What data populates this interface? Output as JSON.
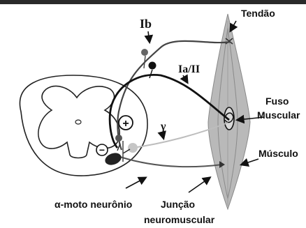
{
  "labels": {
    "tendao": "Tendão",
    "ib": "Ib",
    "ia_ii": "Ia/II",
    "fuso_line1": "Fuso",
    "fuso_line2": "Muscular",
    "gamma": "γ",
    "musculo": "Músculo",
    "alpha_motor": "α-moto neurônio",
    "juncao_line1": "Junção",
    "juncao_line2": "neuromuscular",
    "plus_sign": "+",
    "minus_sign": "−"
  },
  "colors": {
    "frame_bar": "#2a2a2a",
    "muscle_fill": "#b9b9b9",
    "ib_fiber": "#444444",
    "ia_fiber": "#111111",
    "gamma_fiber": "#bdbdbd",
    "alpha_fiber": "#555555"
  }
}
